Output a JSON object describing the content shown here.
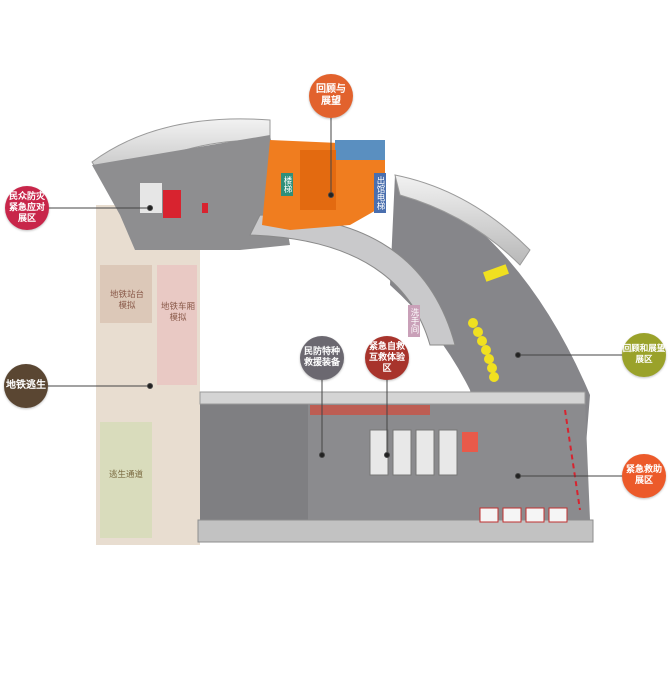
{
  "callouts": {
    "review_outlook": {
      "label": "回顾与\n展望",
      "color": "#e2622d"
    },
    "civil_disaster": {
      "label": "民众防灾\n紧急应对\n展区",
      "color": "#c8264a"
    },
    "metro_escape": {
      "label": "地铁逃生",
      "color": "#5a4632"
    },
    "civil_rescue": {
      "label": "民防特种\n救援装备",
      "color": "#6b6870"
    },
    "emergency_self_rescue": {
      "label": "紧急自救\n互救体验区",
      "color": "#a8342c"
    },
    "review_outlook_zone": {
      "label": "回顾和展望\n展区",
      "color": "#9aa22a"
    },
    "emergency_aid_zone": {
      "label": "紧急救助\n展区",
      "color": "#ec5a2a"
    }
  },
  "zones": {
    "platform_sim": "地铁站台\n模拟",
    "carriage_sim": "地铁车厢\n模拟",
    "escape_passage": "逃生通道"
  },
  "tags": {
    "stairs": "楼梯",
    "exit_elevator": "出馆电梯",
    "washroom": "洗手间"
  }
}
